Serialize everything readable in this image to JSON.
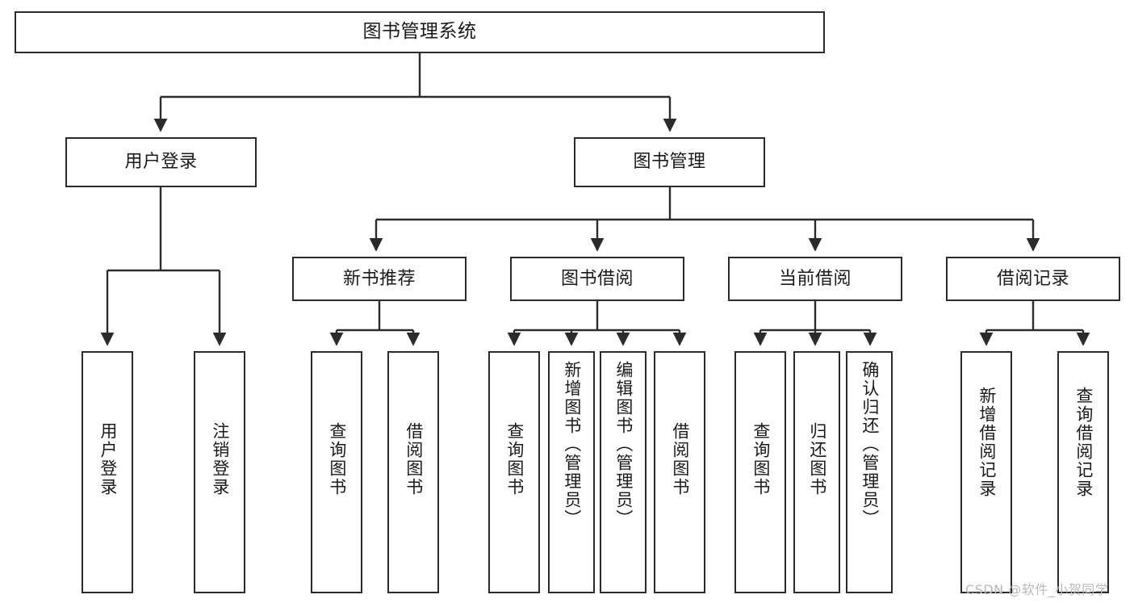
{
  "diagram": {
    "title": "图书管理系统",
    "type": "function-structure-tree",
    "stroke_color": "#2b2b2b",
    "fill_color": "#ffffff",
    "text_color": "#1a1a1a"
  },
  "nodes": {
    "root": {
      "label": "图书管理系统"
    },
    "level2": [
      {
        "label": "用户登录"
      },
      {
        "label": "图书管理"
      }
    ],
    "level3": [
      {
        "label": "新书推荐"
      },
      {
        "label": "图书借阅"
      },
      {
        "label": "当前借阅"
      },
      {
        "label": "借阅记录"
      }
    ],
    "leaves": {
      "user_login": [
        {
          "label": "用户登录"
        },
        {
          "label": "注销登录"
        }
      ],
      "new_book": [
        {
          "label": "查询图书"
        },
        {
          "label": "借阅图书"
        }
      ],
      "book_borrow": [
        {
          "label": "查询图书"
        },
        {
          "label": "新增图书（管理员）"
        },
        {
          "label": "编辑图书（管理员）"
        },
        {
          "label": "借阅图书"
        }
      ],
      "current_borrow": [
        {
          "label": "查询图书"
        },
        {
          "label": "归还图书"
        },
        {
          "label": "确认归还（管理员）"
        }
      ],
      "borrow_record": [
        {
          "label": "新增借阅记录"
        },
        {
          "label": "查询借阅记录"
        }
      ]
    }
  },
  "watermark": {
    "text": "CSDN @软件_小贺同学"
  }
}
